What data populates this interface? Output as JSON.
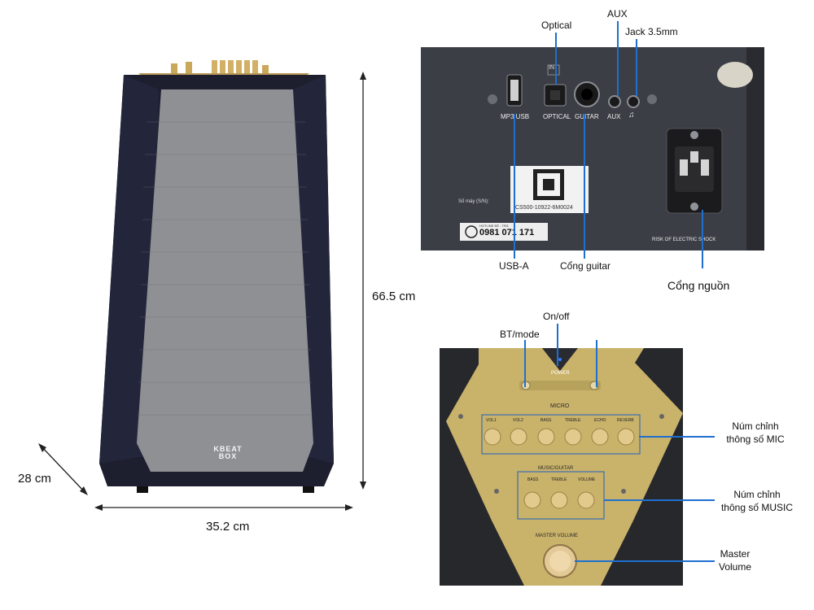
{
  "dimensions": {
    "height": "66.5 cm",
    "width": "35.2 cm",
    "depth": "28 cm"
  },
  "speaker": {
    "logo_top": "KBEAT",
    "logo_bottom": "BOX"
  },
  "back_panel": {
    "callouts": {
      "optical": "Optical",
      "aux": "AUX",
      "jack": "Jack 3.5mm",
      "usb": "USB-A",
      "guitar": "Cổng guitar",
      "power": "Cổng nguồn"
    },
    "port_labels": {
      "in": "IN",
      "mp3usb": "MP3 USB",
      "optical": "OPTICAL",
      "guitar": "GUITAR",
      "aux": "AUX"
    },
    "serial_label": "Số máy (S/N):",
    "serial_number": "CS500-10922-6M0024",
    "hotline_label": "HOTLINE ĐỀ - TRÁ",
    "hotline_number": "0981 071 171",
    "warning": "RISK OF ELECTRIC SHOCK"
  },
  "top_panel": {
    "callouts": {
      "onoff": "On/off",
      "btmode": "BT/mode",
      "mic_line1": "Núm chỉnh",
      "mic_line2": "thông số MIC",
      "music_line1": "Núm chỉnh",
      "music_line2": "thông số MUSIC",
      "master_line1": "Master",
      "master_line2": "Volume"
    },
    "power_label": "POWER",
    "micro_title": "MICRO",
    "mic_knobs": [
      "VOL1",
      "VOL2",
      "BASS",
      "TREBLE",
      "ECHO",
      "REVERB"
    ],
    "music_title": "MUSIC/GUITAR",
    "music_knobs": [
      "BASS",
      "TREBLE",
      "VOLUME"
    ],
    "master_title": "MASTER VOLUME"
  },
  "colors": {
    "callout_blue": "#1e6fd0",
    "gold": "#c9b26a",
    "cabinet": "#1b1c2b",
    "panel": "#3a3d44"
  }
}
